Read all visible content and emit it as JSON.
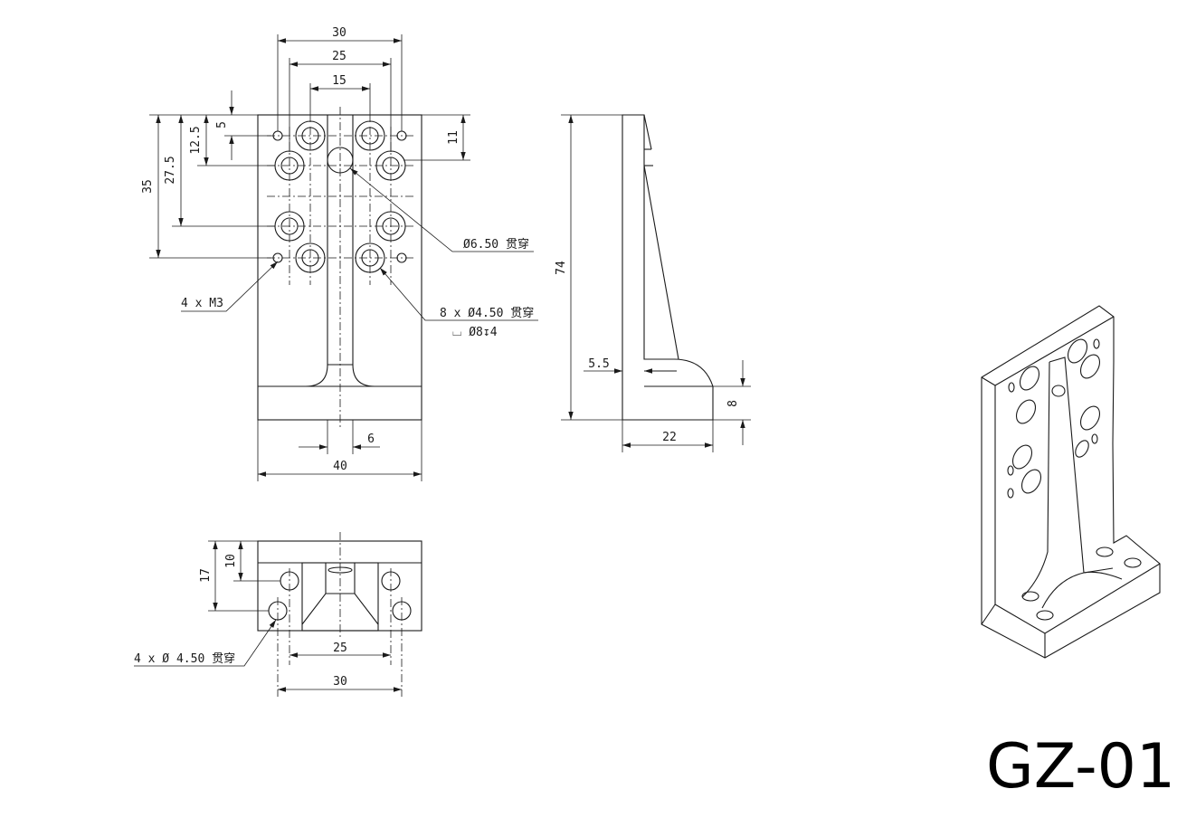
{
  "drawing": {
    "part_number": "GZ-01",
    "front_view": {
      "dims": {
        "width_30": "30",
        "width_25": "25",
        "width_15": "15",
        "height_5": "5",
        "height_12_5": "12.5",
        "height_27_5": "27.5",
        "height_35": "35",
        "height_11": "11",
        "slot_6": "6",
        "total_40": "40"
      },
      "notes": {
        "through_hole": "Ø6.50 贯穿",
        "tapped": "4 x M3",
        "counterbore_holes": "8 x Ø4.50 贯穿",
        "counterbore_spec": "⌴ Ø8↧4"
      }
    },
    "side_view": {
      "dims": {
        "height_74": "74",
        "thickness_5_5": "5.5",
        "base_8": "8",
        "depth_22": "22"
      }
    },
    "bottom_view": {
      "dims": {
        "depth_17": "17",
        "offset_10": "10",
        "spacing_25": "25",
        "spacing_30": "30"
      },
      "notes": {
        "holes": "4 x Ø 4.50 贯穿"
      }
    }
  }
}
